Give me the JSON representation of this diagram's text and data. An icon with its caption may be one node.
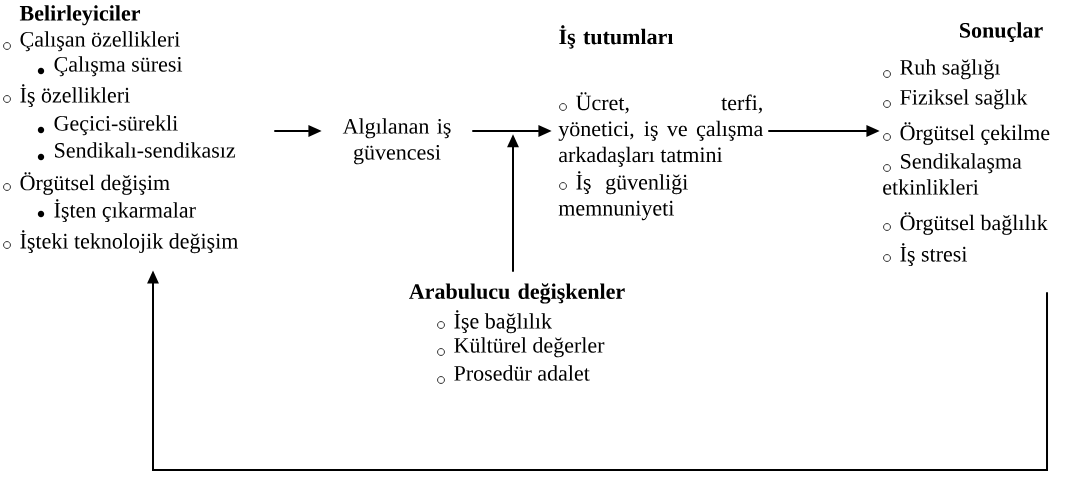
{
  "diagram": {
    "nodes": [
      {
        "text": [
          "Belirleyiciler",
          "Çalışan özellikleri",
          "Çalışma süresi",
          "İş özellikleri",
          "Geçici-sürekli",
          "Sendikalı-sendikasız",
          "Örgütsel değişim",
          "İşten çıkarmalar",
          "İşteki teknolojik değişim"
        ]
      },
      {
        "text": [
          "Algılanan iş güvencesi"
        ]
      },
      {
        "text": [
          "İş tutumları",
          "Ücret, terfi, yönetici, iş ve çalışma arkadaşları tatmini",
          "İş güvenliği memnuniyeti"
        ]
      },
      {
        "text": [
          "Sonuçlar",
          "Ruh sağlığı",
          "Fiziksel sağlık",
          "Örgütsel çekilme",
          "Sendikalaşma etkinlikleri",
          "Örgütsel bağlılık",
          "İş stresi"
        ]
      },
      {
        "text": [
          "Arabulucu değişkenler",
          "İşe bağlılık",
          "Kültürel değerler",
          "Prosedür adalet"
        ]
      }
    ],
    "edges": [
      {
        "from": 0,
        "to": 1,
        "arrow": "to"
      },
      {
        "from": 1,
        "to": 2,
        "arrow": "to"
      },
      {
        "from": 4,
        "to": null,
        "arrow": "to"
      },
      {
        "from": 2,
        "to": 3,
        "arrow": "to"
      },
      {
        "from": 3,
        "to": 0,
        "arrow": "to"
      }
    ]
  }
}
